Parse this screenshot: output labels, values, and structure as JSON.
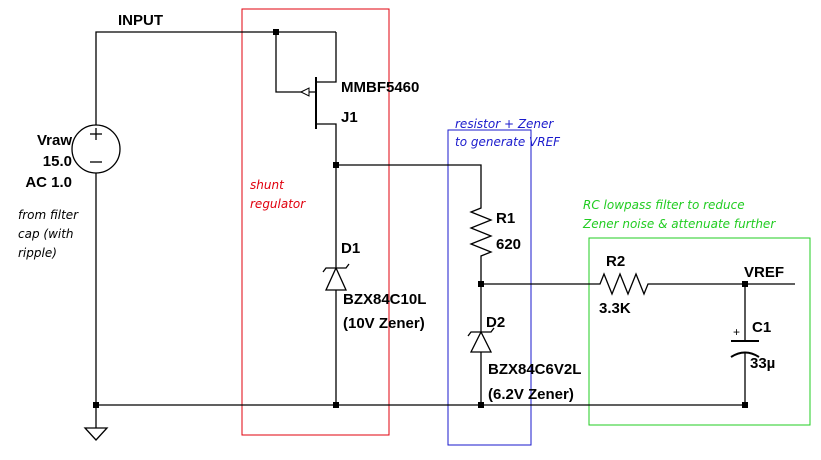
{
  "nets": {
    "input": "INPUT",
    "vref": "VREF"
  },
  "source": {
    "name": "Vraw",
    "dc": "15.0",
    "ac": "AC 1.0",
    "note_lines": [
      "from filter",
      "cap (with",
      "ripple)"
    ]
  },
  "j1": {
    "part": "MMBF5460",
    "ref": "J1"
  },
  "d1": {
    "ref": "D1",
    "part": "BZX84C10L",
    "desc": "(10V Zener)"
  },
  "r1": {
    "ref": "R1",
    "value": "620"
  },
  "d2": {
    "ref": "D2",
    "part": "BZX84C6V2L",
    "desc": "(6.2V Zener)"
  },
  "r2": {
    "ref": "R2",
    "value": "3.3K"
  },
  "c1": {
    "ref": "C1",
    "value": "33µ",
    "plus": "+"
  },
  "boxes": {
    "shunt": {
      "color": "#e0000d",
      "lines": [
        "shunt",
        "regulator"
      ]
    },
    "vref_gen": {
      "color": "#1a1acc",
      "lines": [
        "resistor + Zener",
        "to generate VREF"
      ]
    },
    "lowpass": {
      "color": "#22cc22",
      "lines": [
        "RC lowpass filter to reduce",
        "Zener noise & attenuate further"
      ]
    }
  }
}
